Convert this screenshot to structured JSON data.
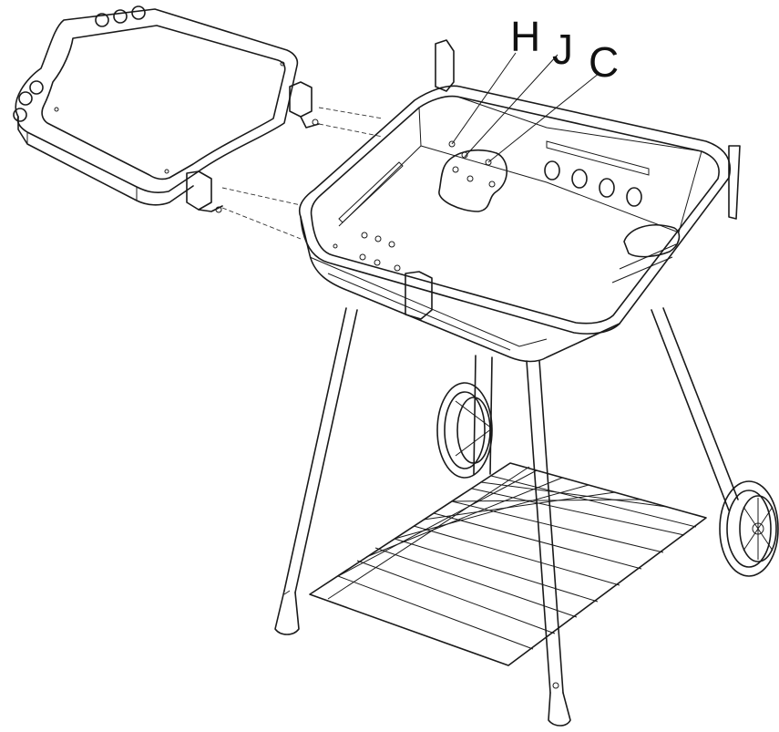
{
  "callouts": {
    "h": "H",
    "j": "J",
    "c": "C"
  }
}
